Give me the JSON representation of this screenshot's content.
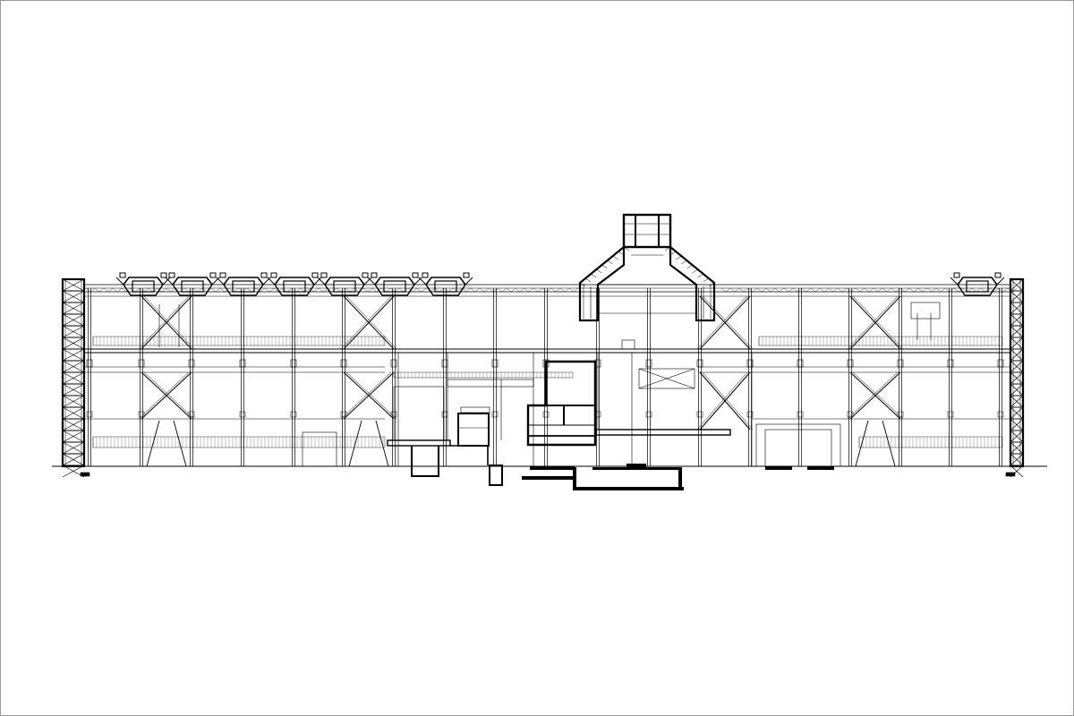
{
  "drawing": {
    "kind": "building-section",
    "line_color": "#000000",
    "background_color": "#ffffff",
    "frame_color": "#9a9a9a",
    "roof_ventilators": {
      "left_group_count": 7,
      "right_group_count": 1
    },
    "bracing_bays": 6
  }
}
